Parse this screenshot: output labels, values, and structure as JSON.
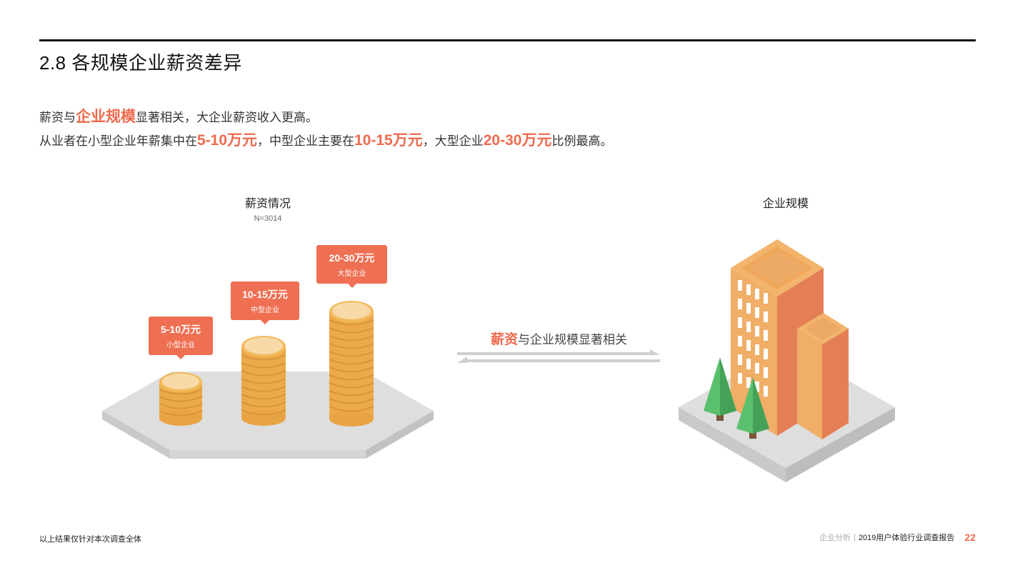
{
  "header": {
    "title": "2.8 各规模企业薪资差异"
  },
  "intro": {
    "line1": {
      "pre": "薪资与",
      "highlight": "企业规模",
      "post": "显著相关，大企业薪资收入更高。"
    },
    "line2": {
      "p1": "从业者在小型企业年薪集中在",
      "h1": "5-10万元",
      "p2": "，中型企业主要在",
      "h2": "10-15万元",
      "p3": "，大型企业",
      "h3": "20-30万元",
      "p4": "比例最高。"
    }
  },
  "salary_section": {
    "title": "薪资情况",
    "sample": "N=3014",
    "tags": [
      {
        "amount": "5-10万元",
        "label": "小型企业"
      },
      {
        "amount": "10-15万元",
        "label": "中型企业"
      },
      {
        "amount": "20-30万元",
        "label": "大型企业"
      }
    ]
  },
  "relation": {
    "highlight": "薪资",
    "text": "与企业规模显著相关"
  },
  "company_section": {
    "title": "企业规模"
  },
  "footer": {
    "note": "以上结果仅针对本次调查全体",
    "section": "企业分析",
    "separator": "|",
    "report": "2019用户体验行业调查报告",
    "page": "22"
  },
  "colors": {
    "accent": "#EE6A4E",
    "coin": "#F0B552",
    "coin_top": "#F8D9A8",
    "platform": "#DDDDDD",
    "building_light": "#F0AE67",
    "building_dark": "#E47F55",
    "tree": "#4DB35F"
  }
}
